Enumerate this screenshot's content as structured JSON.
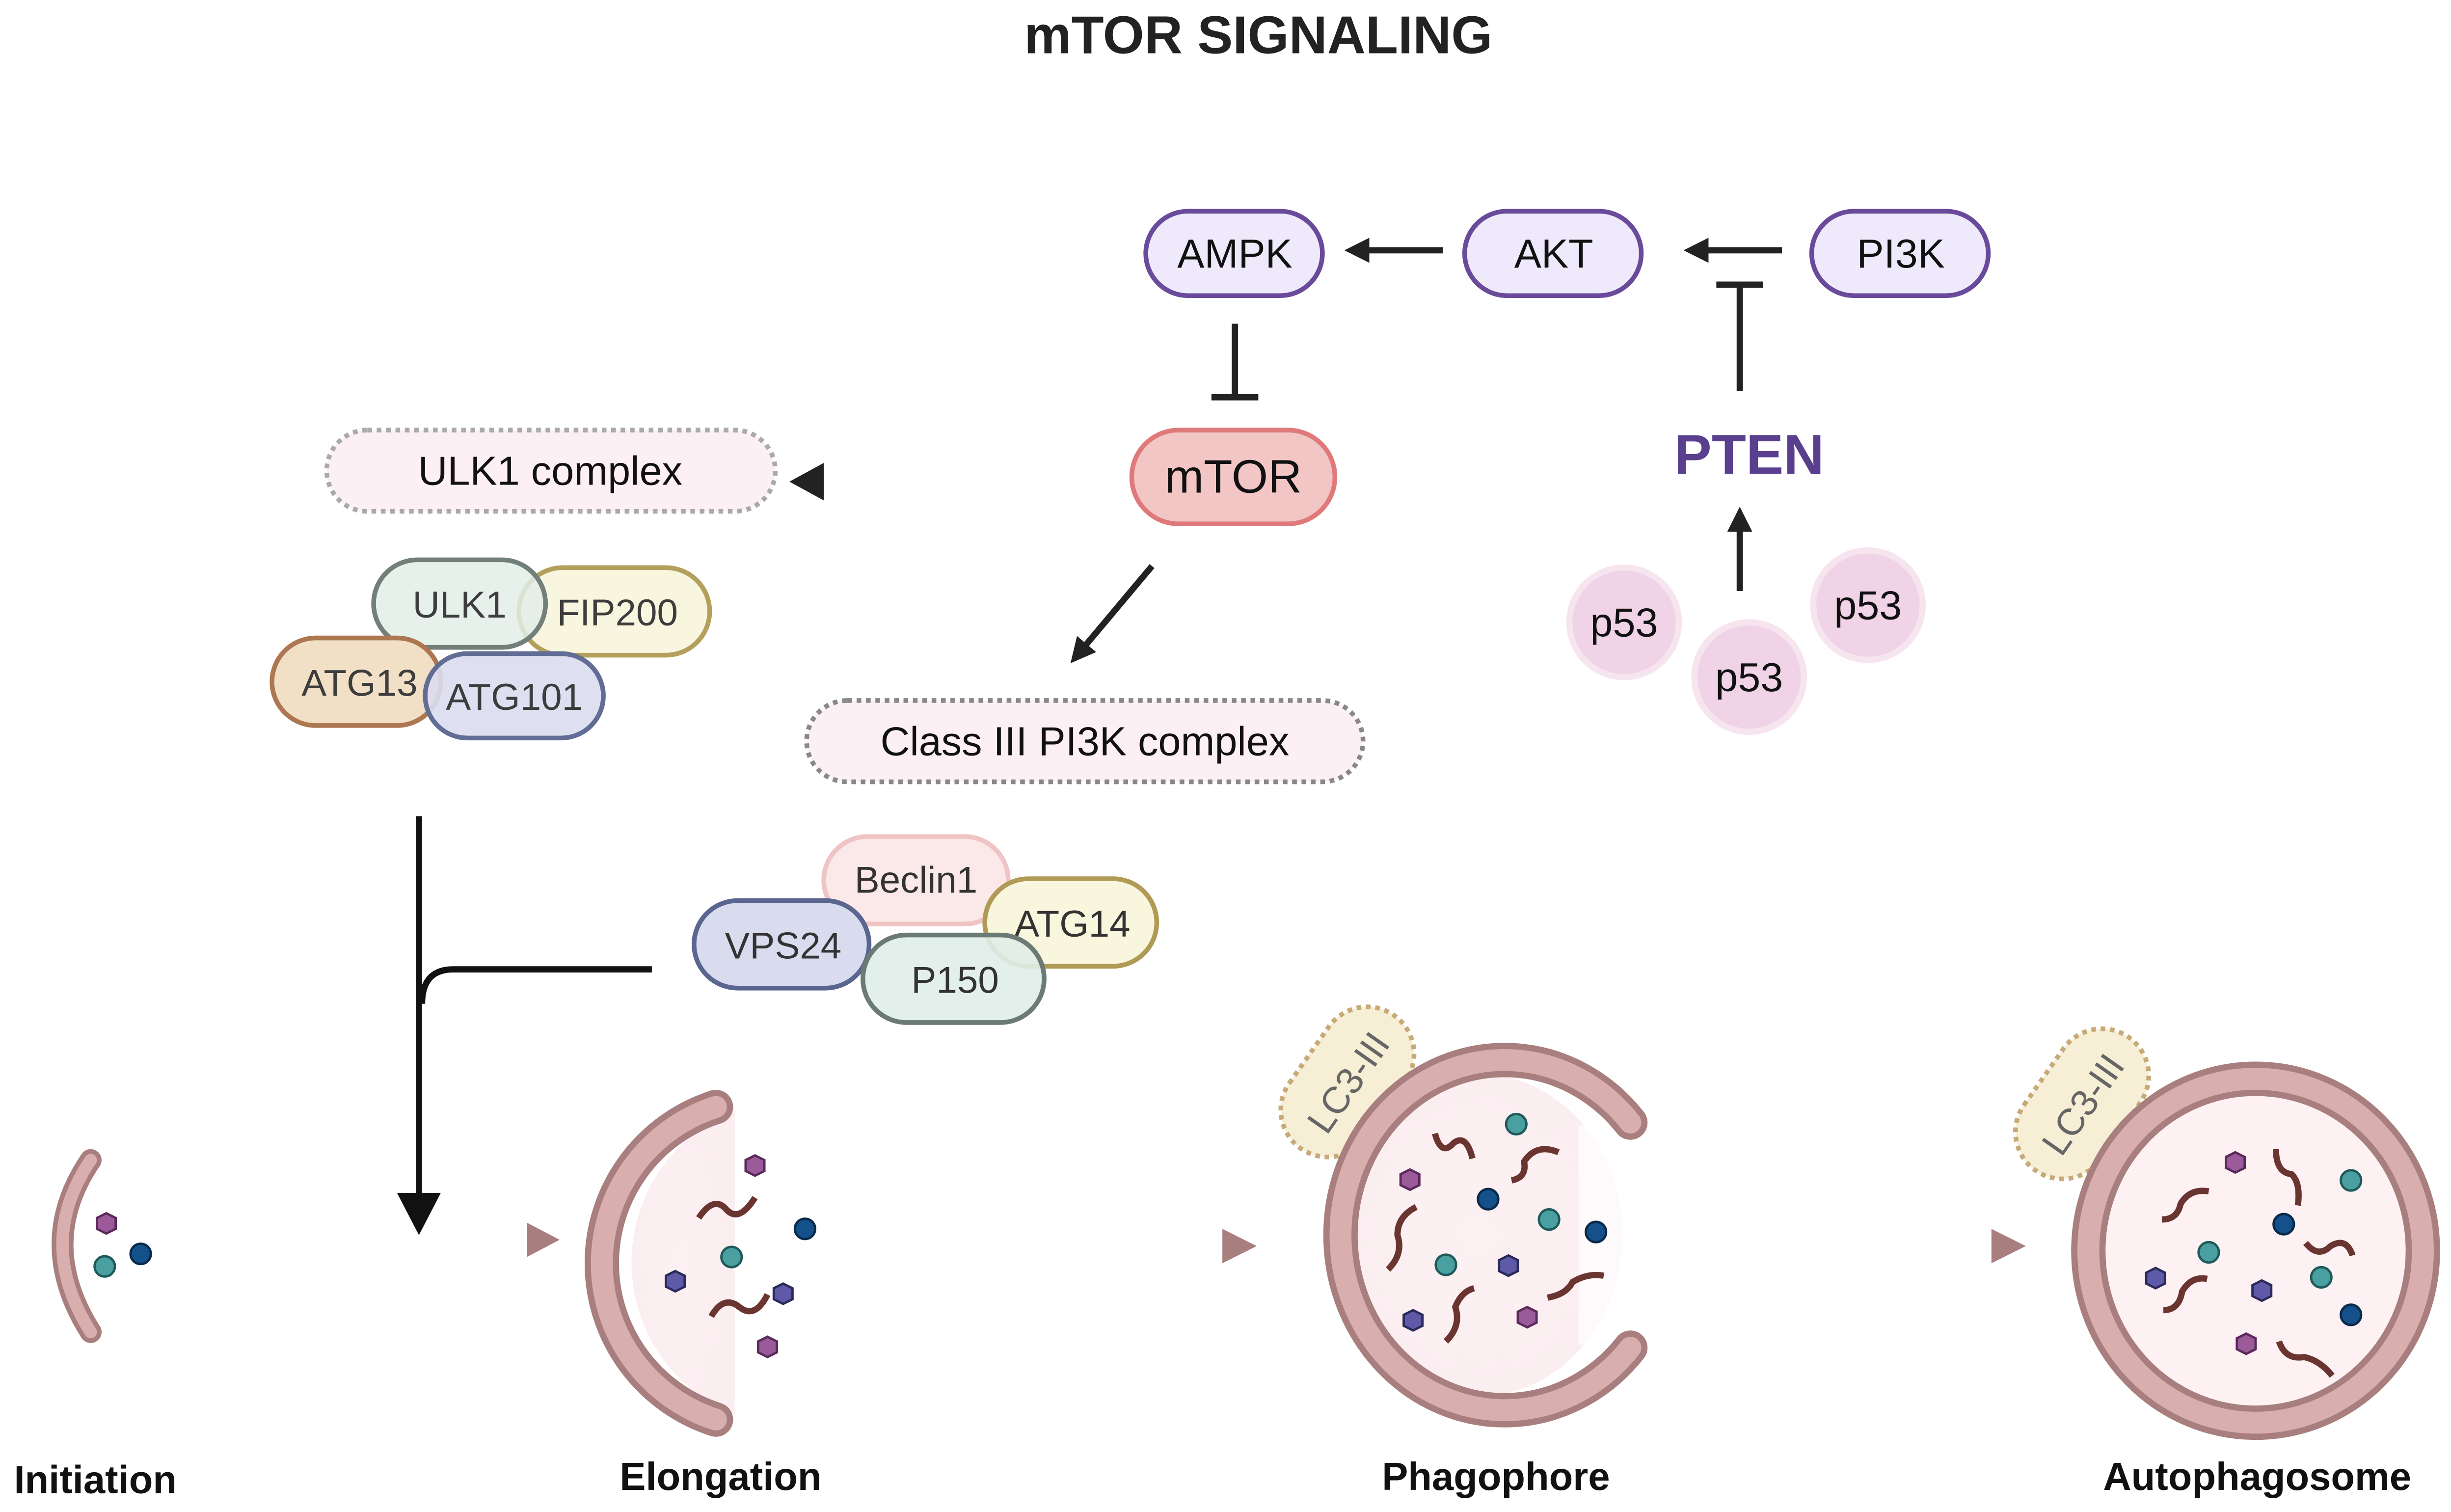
{
  "title": "mTOR SIGNALING",
  "nodes": {
    "ampk": "AMPK",
    "akt": "AKT",
    "pi3k": "PI3K",
    "mtor": "mTOR",
    "pten": "PTEN",
    "p53": [
      "p53",
      "p53",
      "p53"
    ],
    "ulk1_complex": "ULK1 complex",
    "class3_complex": "Class III PI3K complex"
  },
  "ulk1_components": [
    "ULK1",
    "FIP200",
    "ATG13",
    "ATG101"
  ],
  "pi3k_components": [
    "Beclin1",
    "VPS24",
    "ATG14",
    "P150"
  ],
  "lc3": [
    "LC3-III",
    "LC3-III"
  ],
  "stages": [
    "Initiation",
    "Elongation",
    "Phagophore",
    "Autophagosome"
  ],
  "colors": {
    "kinase_fill": "#efeafb",
    "kinase_stroke": "#6a4a9a",
    "mtor_fill": "#f3c6c6",
    "mtor_stroke": "#e07a7a",
    "pten_text": "#5a3f8f",
    "membrane": "#d8aeae",
    "membrane_stroke": "#a87e7e",
    "arrow_stage": "#a87e7e"
  }
}
